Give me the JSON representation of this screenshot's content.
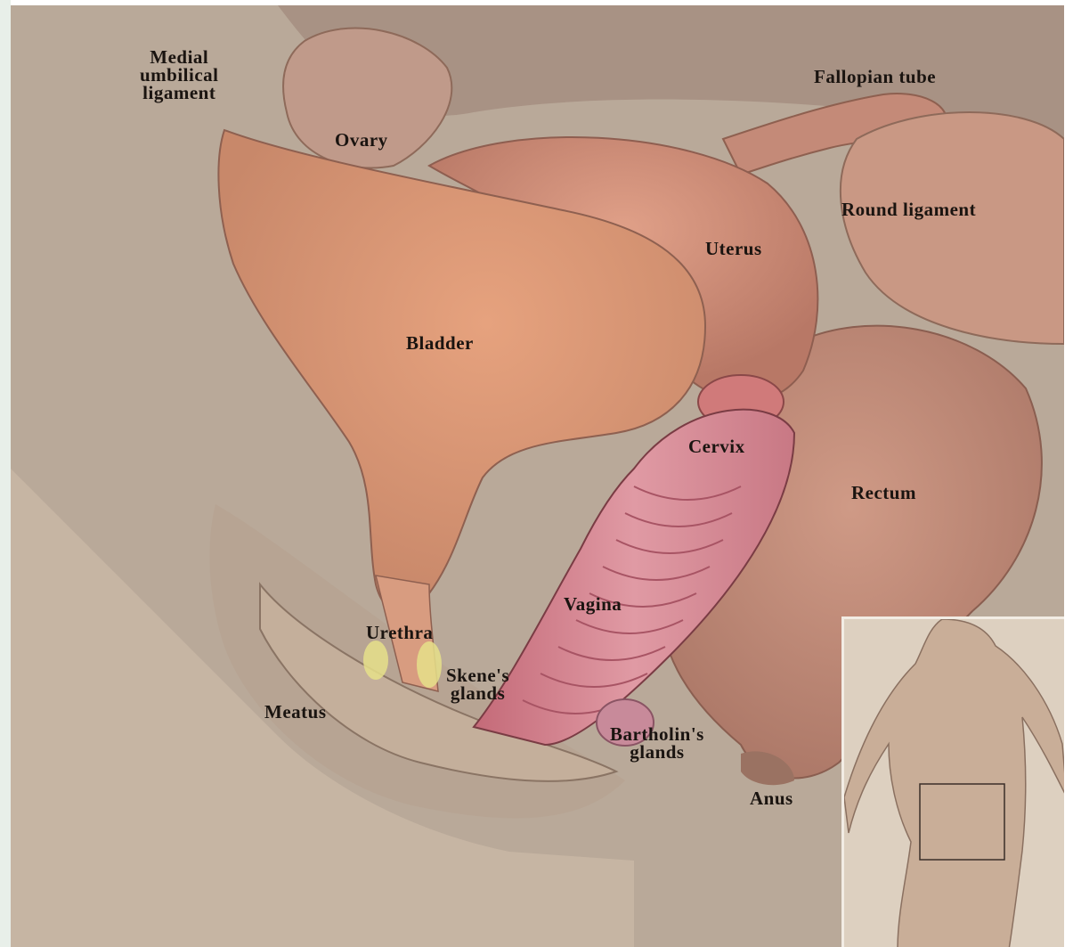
{
  "labels": {
    "medial_umbilical_ligament": "Medial\numbilical\nligament",
    "ovary": "Ovary",
    "fallopian_tube": "Fallopian tube",
    "round_ligament": "Round ligament",
    "uterus": "Uterus",
    "bladder": "Bladder",
    "cervix": "Cervix",
    "rectum": "Rectum",
    "vagina": "Vagina",
    "urethra": "Urethra",
    "skenes_glands": "Skene's\nglands",
    "meatus": "Meatus",
    "bartholins_glands": "Bartholin's\nglands",
    "anus": "Anus"
  },
  "colors": {
    "background": "#b8a898",
    "bladder": "#d99a78",
    "uterus": "#d6907a",
    "vagina_wall": "#d88a96",
    "rectum": "#c89482",
    "gland_yellow": "#e6e08a",
    "label_text": "#1a1410"
  }
}
